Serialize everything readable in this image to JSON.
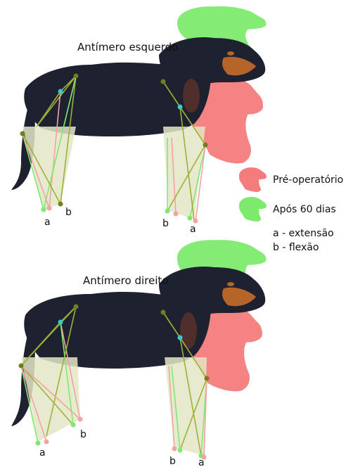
{
  "colors": {
    "pre_operatorio": "#f47c7c",
    "apos_60_dias": "#7dea6e",
    "dog": "#1d2130",
    "tan": "#b5652a",
    "marker_green": "#6f7f1c",
    "marker_cyan": "#36c9d3",
    "triangle_fill": "#e3e6c6"
  },
  "panels": [
    {
      "title": "Antímero esquerdo",
      "labels": [
        "a",
        "b",
        "b",
        "a"
      ]
    },
    {
      "title": "Antímero direito",
      "labels": [
        "a",
        "b",
        "b",
        "a"
      ]
    }
  ],
  "legend": {
    "items": [
      {
        "label": "Pré-operatório",
        "icon": "red-dog-head-icon"
      },
      {
        "label": "Após 60 dias",
        "icon": "green-dog-head-icon"
      }
    ],
    "notes": [
      "a - extensão",
      "b - flexão"
    ]
  }
}
